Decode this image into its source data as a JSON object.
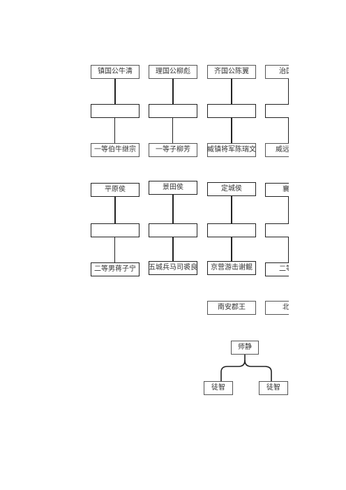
{
  "row1": {
    "top": [
      "镇国公牛清",
      "理国公柳彪",
      "齐国公陈翼",
      "治国公"
    ],
    "bottom": [
      "一等伯牛继宗",
      "一等子柳芳",
      "威镇将军陈瑞文",
      "威远将军"
    ]
  },
  "row2": {
    "top": [
      "平原侯",
      "景田侯",
      "定城侯",
      "襄阳"
    ],
    "bottom": [
      "二等男蒋子宁",
      "五城兵马司裘良",
      "京营游击谢鲲",
      "二等男"
    ]
  },
  "row3": {
    "items": [
      "南安郡王",
      "北静"
    ]
  },
  "tree": {
    "root": "师静",
    "children": [
      "徒智",
      "徒智"
    ]
  }
}
